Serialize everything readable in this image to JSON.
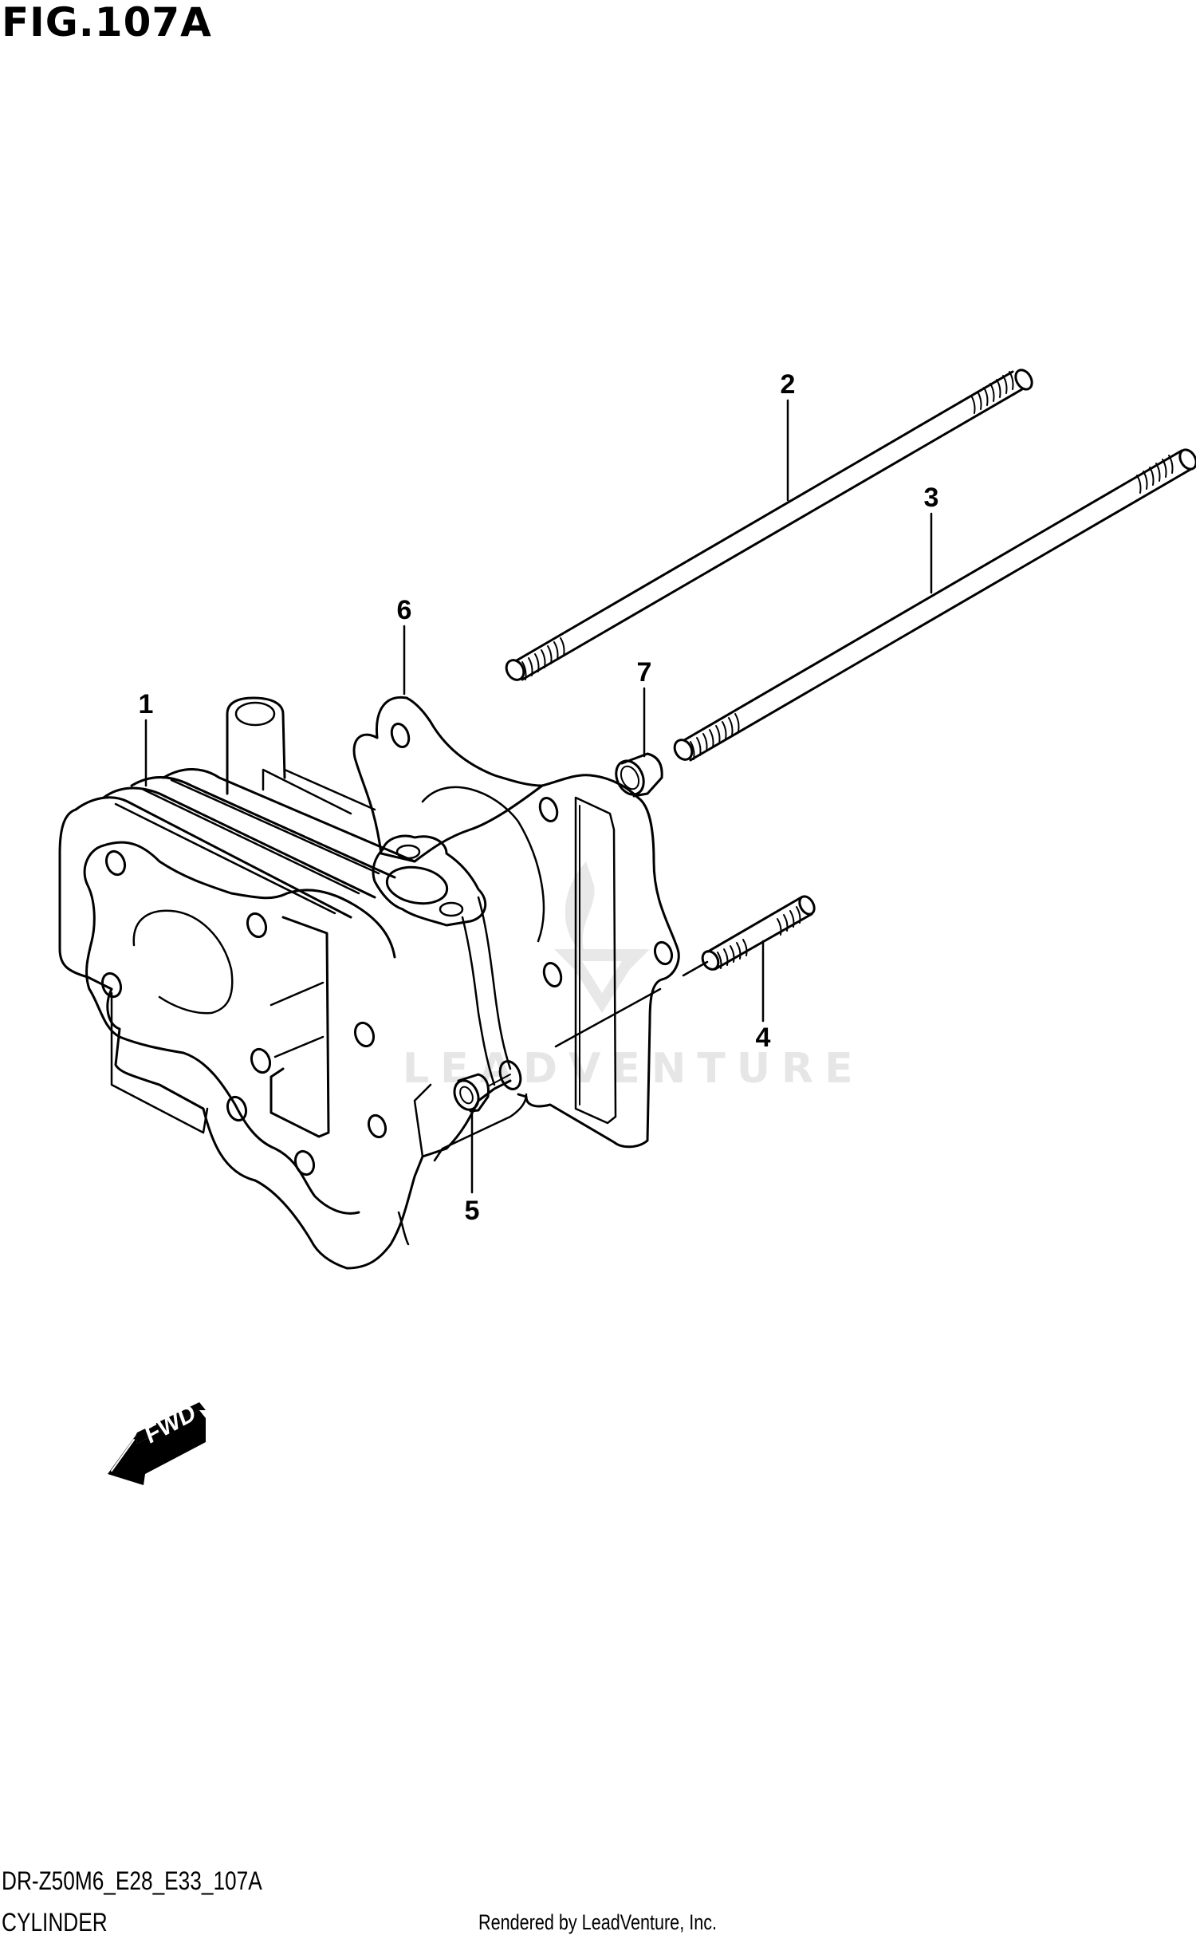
{
  "figure": {
    "title": "FIG.107A",
    "model_code": "DR-Z50M6_E28_E33_107A",
    "caption": "CYLINDER",
    "credit": "Rendered by LeadVenture, Inc.",
    "watermark": "LEADVENTURE"
  },
  "direction_indicator": {
    "label": "FWD",
    "icon": "forward-arrow-icon"
  },
  "callouts": [
    {
      "number": "1",
      "part": "cylinder"
    },
    {
      "number": "2",
      "part": "stud-long"
    },
    {
      "number": "3",
      "part": "stud-long"
    },
    {
      "number": "4",
      "part": "stud-short"
    },
    {
      "number": "5",
      "part": "nut"
    },
    {
      "number": "6",
      "part": "cylinder-base-gasket"
    },
    {
      "number": "7",
      "part": "dowel-pin"
    }
  ],
  "colors": {
    "line": "#000000",
    "background": "#ffffff",
    "watermark": "#e6e6e6"
  }
}
